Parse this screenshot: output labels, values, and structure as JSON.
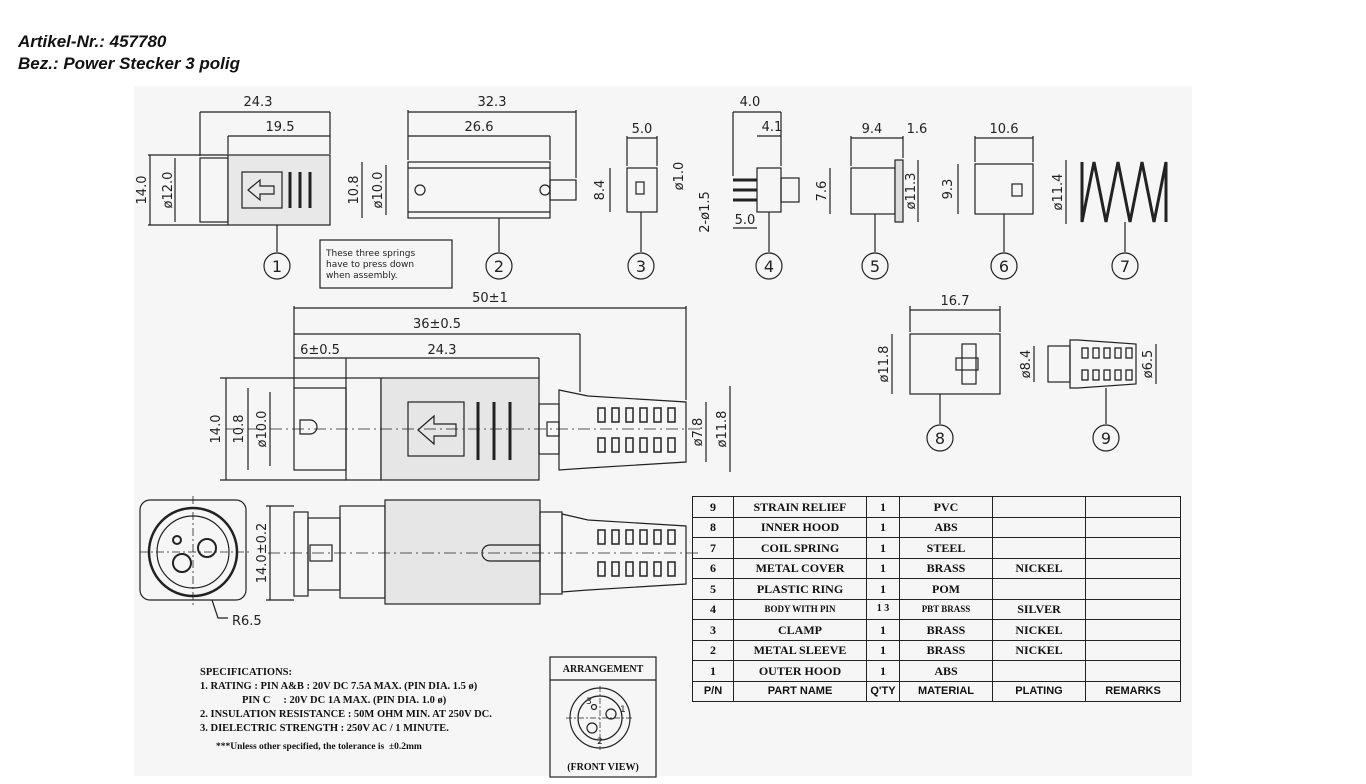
{
  "header": {
    "article": "Artikel-Nr.: 457780",
    "designation": "Bez.: Power Stecker 3 polig"
  },
  "parts_row": {
    "part1": {
      "len_total": "24.3",
      "len_inner": "19.5",
      "height": "14.0",
      "dia": "ø12.0",
      "bubble": "1"
    },
    "part2": {
      "len_total": "32.3",
      "len_inner": "26.6",
      "height": "10.8",
      "dia": "ø10.0",
      "bubble": "2"
    },
    "note_lines": [
      "These three springs",
      "have to press down",
      "when assembly."
    ],
    "part3": {
      "width": "5.0",
      "height": "8.4",
      "bubble": "3"
    },
    "part4": {
      "len_total": "4.0",
      "len_inner": "4.1",
      "dia1": "ø1.0",
      "dia2": "2-ø1.5",
      "spacing": "5.0",
      "bubble": "4"
    },
    "part5": {
      "len": "9.4",
      "flange": "1.6",
      "height": "7.6",
      "dia": "ø11.3",
      "bubble": "5"
    },
    "part6": {
      "len": "10.6",
      "height": "9.3",
      "bubble": "6"
    },
    "part7": {
      "dia": "ø11.4",
      "bubble": "7"
    }
  },
  "assembly": {
    "total": "50±1",
    "mid": "36±0.5",
    "tip": "6±0.5",
    "body": "24.3",
    "h_outer": "14.0",
    "h_mid": "10.8",
    "h_dia": "ø10.0",
    "r_dia1": "ø7.8",
    "r_dia2": "ø11.8",
    "side_height": "14.0±0.2",
    "radius": "R6.5"
  },
  "part8": {
    "len": "16.7",
    "dia": "ø11.8",
    "bubble": "8"
  },
  "part9": {
    "dia1": "ø8.4",
    "dia2": "ø6.5",
    "bubble": "9"
  },
  "specs": {
    "title": "SPECIFICATIONS:",
    "lines": [
      "1. RATING : PIN A&B : 20V DC 7.5A MAX. (PIN DIA. 1.5 ø)",
      "                PIN C     : 20V DC 1A MAX. (PIN DIA. 1.0 ø)",
      "2. INSULATION RESISTANCE : 50M OHM MIN. AT 250V DC.",
      "3. DIELECTRIC STRENGTH : 250V AC / 1 MINUTE."
    ],
    "tolerance": "***Unless other specified, the tolerance is  ±0.2mm"
  },
  "arrangement": {
    "title": "ARRANGEMENT",
    "view": "(FRONT VIEW)",
    "pins": [
      "3",
      "1",
      "2"
    ]
  },
  "bom": {
    "rows": [
      {
        "pn": "9",
        "name": "STRAIN RELIEF",
        "qty": "1",
        "material": "PVC",
        "plating": "",
        "remarks": ""
      },
      {
        "pn": "8",
        "name": "INNER HOOD",
        "qty": "1",
        "material": "ABS",
        "plating": "",
        "remarks": ""
      },
      {
        "pn": "7",
        "name": "COIL SPRING",
        "qty": "1",
        "material": "STEEL",
        "plating": "",
        "remarks": ""
      },
      {
        "pn": "6",
        "name": "METAL COVER",
        "qty": "1",
        "material": "BRASS",
        "plating": "NICKEL",
        "remarks": ""
      },
      {
        "pn": "5",
        "name": "PLASTIC RING",
        "qty": "1",
        "material": "POM",
        "plating": "",
        "remarks": ""
      },
      {
        "pn": "4",
        "name": "BODY WITH PIN",
        "qty": "1 3",
        "material": "PBT BRASS",
        "plating": "SILVER",
        "remarks": ""
      },
      {
        "pn": "3",
        "name": "CLAMP",
        "qty": "1",
        "material": "BRASS",
        "plating": "NICKEL",
        "remarks": ""
      },
      {
        "pn": "2",
        "name": "METAL SLEEVE",
        "qty": "1",
        "material": "BRASS",
        "plating": "NICKEL",
        "remarks": ""
      },
      {
        "pn": "1",
        "name": "OUTER HOOD",
        "qty": "1",
        "material": "ABS",
        "plating": "",
        "remarks": ""
      }
    ],
    "header": {
      "pn": "P/N",
      "name": "PART NAME",
      "qty": "Q'TY",
      "material": "MATERIAL",
      "plating": "PLATING",
      "remarks": "REMARKS"
    }
  }
}
